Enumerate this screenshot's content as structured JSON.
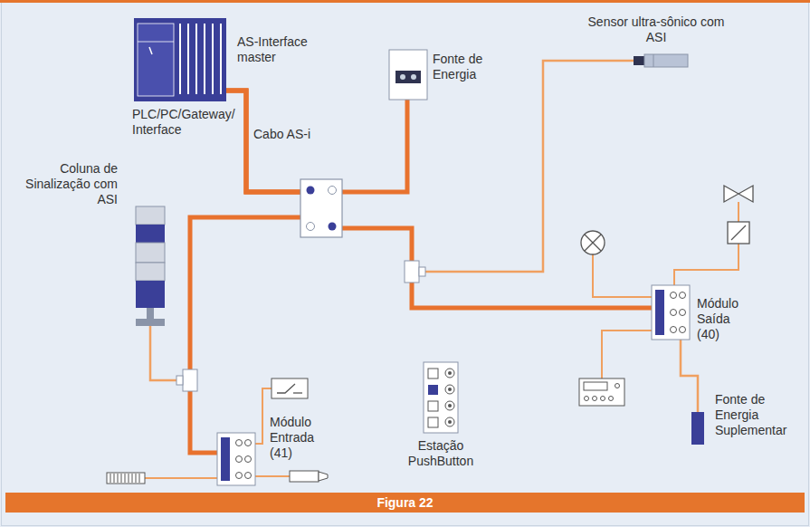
{
  "diagram": {
    "caption": "Figura 22",
    "nodes": [
      {
        "text": [
          "AS-Interface master",
          "PLC/PC/Gateway/ Interface"
        ]
      },
      {
        "text": [
          "Fonte de Energia"
        ]
      },
      {
        "text": [
          "Sensor ultra-sônico com ASI"
        ]
      },
      {
        "text": [
          "Coluna de Sinalização com ASI"
        ]
      },
      {
        "text": [
          "Módulo Saída (40)"
        ]
      },
      {
        "text": [
          "Módulo Entrada (41)"
        ]
      },
      {
        "text": [
          "Estação PushButton"
        ]
      },
      {
        "text": [
          "Fonte de Energia Suplementar"
        ]
      }
    ],
    "edges": [
      {
        "from": 0,
        "to": 1,
        "arrow": "none"
      },
      {
        "from": 0,
        "to": 2,
        "arrow": "none"
      },
      {
        "from": 0,
        "to": 3,
        "arrow": "none"
      },
      {
        "from": 0,
        "to": 4,
        "arrow": "none"
      },
      {
        "from": 0,
        "to": 5,
        "arrow": "none"
      },
      {
        "from": 4,
        "to": 7,
        "arrow": "none"
      }
    ],
    "labels": [
      "Cabo AS-i"
    ]
  }
}
